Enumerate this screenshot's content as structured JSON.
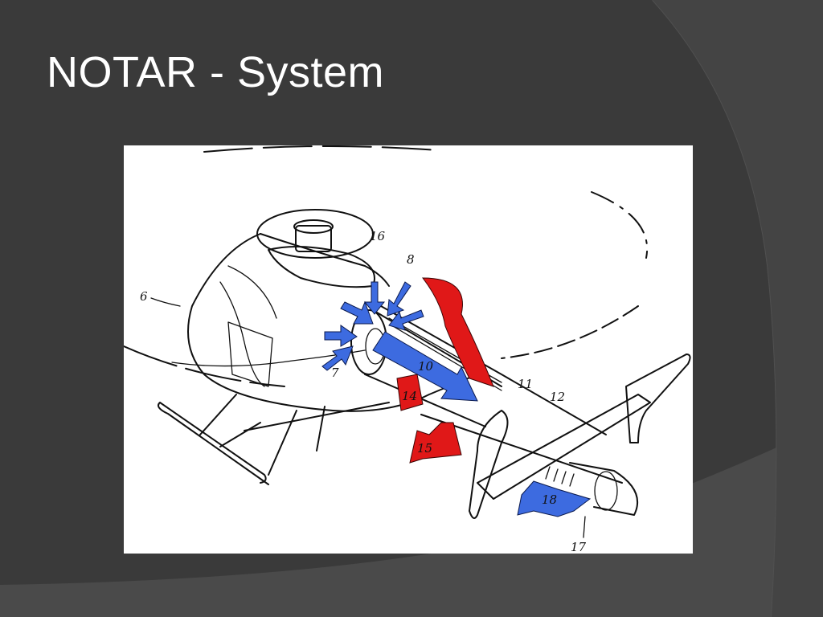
{
  "slide": {
    "title": "NOTAR - System",
    "colors": {
      "background": "#3a3a3a",
      "background_curve": "#4a4a4a",
      "title_text": "#ffffff",
      "cool_air_arrows": "#3d6be0",
      "hot_air_arrows": "#e01818"
    }
  },
  "figure": {
    "labels": {
      "fuselage": "6",
      "fan_intake": "7",
      "intake_arrows": "8",
      "main_rotor": "16",
      "fan_flow": "10",
      "slotted_boom": "11",
      "tail_boom": "12",
      "exhaust_flow": "15",
      "exhaust_small": "14",
      "thruster_flow": "18",
      "thruster": "17"
    }
  }
}
